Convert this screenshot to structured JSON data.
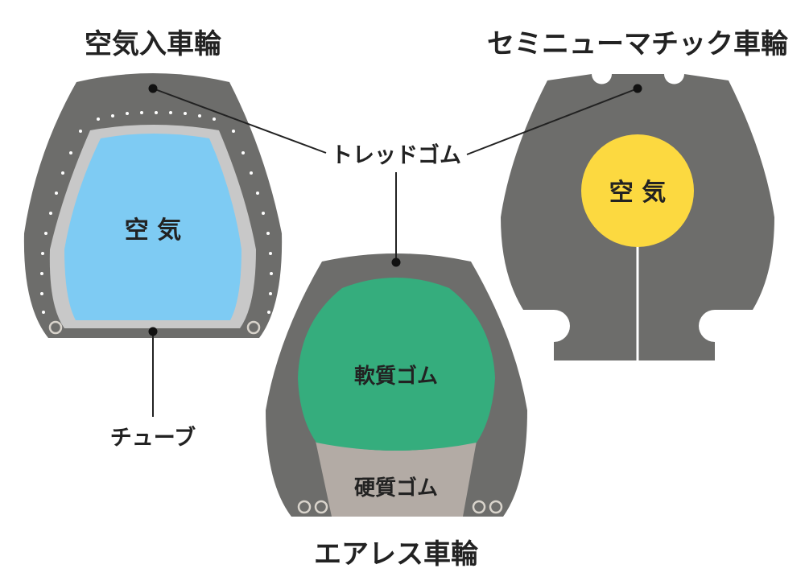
{
  "titles": {
    "pneumatic": "空気入車輪",
    "semi_pneumatic": "セミニューマチック車輪",
    "airless": "エアレス車輪"
  },
  "labels": {
    "tread_rubber": "トレッドゴム",
    "tube": "チューブ",
    "air_pneumatic": "空 気",
    "air_semi": "空 気",
    "soft_rubber": "軟質ゴム",
    "hard_rubber": "硬質ゴム"
  },
  "colors": {
    "tread": "#6d6d6b",
    "tube": "#c8c8c8",
    "air_pneumatic": "#7ecbf3",
    "air_semi": "#fcd940",
    "soft_rubber": "#35ad7d",
    "hard_rubber": "#b3aba5",
    "leader": "#222222"
  }
}
